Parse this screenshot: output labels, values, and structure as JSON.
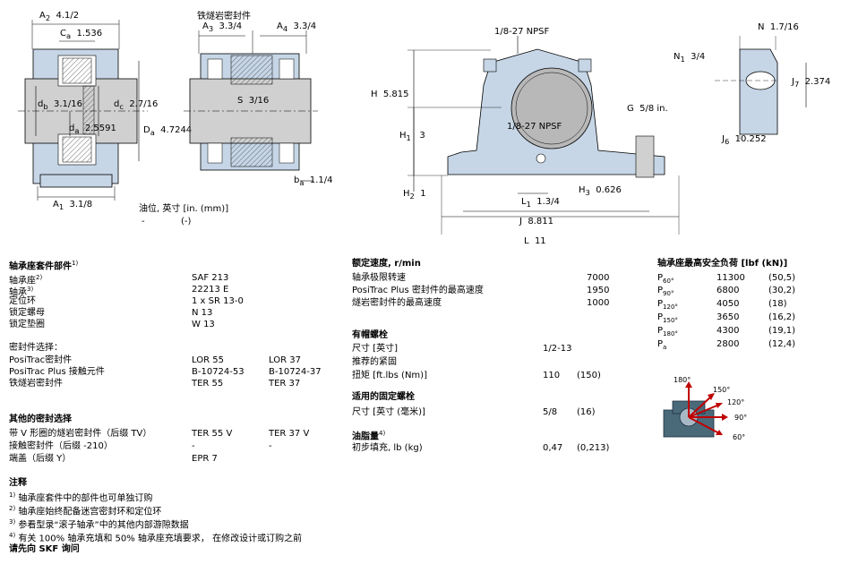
{
  "drawing": {
    "left_view": {
      "A2": "A",
      "A2_sub": "2",
      "A2_val": "4.1/2",
      "Ca": "C",
      "Ca_sub": "a",
      "Ca_val": "1.536",
      "db": "d",
      "db_sub": "b",
      "db_val": "3.1/16",
      "da": "d",
      "da_sub": "a",
      "da_val": "2.5591",
      "dc": "d",
      "dc_sub": "c",
      "dc_val": "2.7/16",
      "Da": "D",
      "Da_sub": "a",
      "Da_val": "4.7244",
      "A1": "A",
      "A1_sub": "1",
      "A1_val": "3.1/8"
    },
    "seal_view": {
      "seal_title": "铁燧岩密封件",
      "A3": "A",
      "A3_sub": "3",
      "A3_val": "3.3/4",
      "A4": "A",
      "A4_sub": "4",
      "A4_val": "3.3/4",
      "S": "S",
      "S_val": "3/16",
      "ba": "b",
      "ba_sub": "a",
      "ba_val": "1.1/4"
    },
    "oil_label": "油位, 英寸 [in. (mm)]",
    "oil_val1": "-",
    "oil_val2": "(-)",
    "front_view": {
      "npsf_top": "1/8-27 NPSF",
      "npsf_mid": "1/8-27 NPSF",
      "H": "H",
      "H_val": "5.815",
      "H1": "H",
      "H1_sub": "1",
      "H1_val": "3",
      "H2": "H",
      "H2_sub": "2",
      "H2_val": "1",
      "H3": "H",
      "H3_sub": "3",
      "H3_val": "0.626",
      "G": "G",
      "G_val": "5/8 in.",
      "L1": "L",
      "L1_sub": "1",
      "L1_val": "1.3/4",
      "J": "J",
      "J_val": "8.811",
      "L": "L",
      "L_val": "11"
    },
    "side_view": {
      "N": "N",
      "N_val": "1.7/16",
      "N1": "N",
      "N1_sub": "1",
      "N1_val": "3/4",
      "J7": "J",
      "J7_sub": "7",
      "J7_val": "2.374",
      "J6": "J",
      "J6_sub": "6",
      "J6_val": "10.252"
    }
  },
  "components": {
    "title": "轴承座套件部件",
    "title_sup": "1)",
    "rows": [
      {
        "label": "轴承座",
        "sup": "2)",
        "v1": "SAF 213",
        "v2": ""
      },
      {
        "label": "轴承",
        "sup": "3)",
        "v1": "22213 E",
        "v2": ""
      },
      {
        "label": "定位环",
        "sup": "",
        "v1": "1 x SR 13-0",
        "v2": ""
      },
      {
        "label": "锁定螺母",
        "sup": "",
        "v1": "N 13",
        "v2": ""
      },
      {
        "label": "锁定垫圈",
        "sup": "",
        "v1": "W 13",
        "v2": ""
      }
    ],
    "seal_title": "密封件选择：",
    "seal_rows": [
      {
        "label": "PosiTrac密封件",
        "v1": "LOR 55",
        "v2": "LOR 37"
      },
      {
        "label": "PosiTrac Plus 接触元件",
        "v1": "B-10724-53",
        "v2": "B-10724-37"
      },
      {
        "label": "铁燧岩密封件",
        "v1": "TER 55",
        "v2": "TER 37"
      }
    ],
    "other_title": "其他的密封选择",
    "other_rows": [
      {
        "label": "带 V 形圈的燧岩密封件（后缀 TV）",
        "v1": "TER 55 V",
        "v2": "TER 37 V"
      },
      {
        "label": "接触密封件（后缀 -210）",
        "v1": "-",
        "v2": "-"
      },
      {
        "label": "端盖（后缀 Y）",
        "v1": "EPR 7",
        "v2": ""
      }
    ]
  },
  "notes": {
    "title": "注释",
    "items": [
      {
        "sup": "1)",
        "text": "轴承座套件中的部件也可单独订购"
      },
      {
        "sup": "2)",
        "text": "轴承座始终配备迷宫密封环和定位环"
      },
      {
        "sup": "3)",
        "text": "参看型录“滚子轴承”中的其他内部游隙数据"
      },
      {
        "sup": "4)",
        "text": "有关 100% 轴承充填和 50% 轴承座充填要求， 在修改设计或订购之前"
      }
    ],
    "footer": "请先向 SKF 询问"
  },
  "speed": {
    "title": "额定速度, r/min",
    "rows": [
      {
        "label": "轴承极限转速",
        "val": "7000"
      },
      {
        "label": "PosiTrac Plus 密封件的最高速度",
        "val": "1950"
      },
      {
        "label": "燧岩密封件的最高速度",
        "val": "1000"
      }
    ]
  },
  "cap_bolts": {
    "title": "有帽螺栓",
    "rows": [
      {
        "label": "尺寸 [英寸]",
        "v1": "1/2-13",
        "v2": ""
      },
      {
        "label": "推荐的紧固",
        "v1": "",
        "v2": ""
      },
      {
        "label": "扭矩 [ft.lbs (Nm)]",
        "v1": "110",
        "v2": "(150)"
      }
    ]
  },
  "fix_bolts": {
    "title": "适用的固定螺栓",
    "rows": [
      {
        "label": "尺寸 [英寸 (毫米)]",
        "v1": "5/8",
        "v2": "(16)"
      }
    ]
  },
  "grease": {
    "title": "油脂量",
    "title_sup": "4)",
    "rows": [
      {
        "label": "初步填充, lb (kg)",
        "v1": "0,47",
        "v2": "(0,213)"
      }
    ]
  },
  "loads": {
    "title": "轴承座最高安全负荷 [lbf (kN)]",
    "rows": [
      {
        "p": "P",
        "sub": "60°",
        "v1": "11300",
        "v2": "(50,5)"
      },
      {
        "p": "P",
        "sub": "90°",
        "v1": "6800",
        "v2": "(30,2)"
      },
      {
        "p": "P",
        "sub": "120°",
        "v1": "4050",
        "v2": "(18)"
      },
      {
        "p": "P",
        "sub": "150°",
        "v1": "3650",
        "v2": "(16,2)"
      },
      {
        "p": "P",
        "sub": "180°",
        "v1": "4300",
        "v2": "(19,1)"
      },
      {
        "p": "P",
        "sub": "a",
        "v1": "2800",
        "v2": "(12,4)"
      }
    ],
    "angles": [
      "180°",
      "150°",
      "120°",
      "90°",
      "60°"
    ]
  }
}
